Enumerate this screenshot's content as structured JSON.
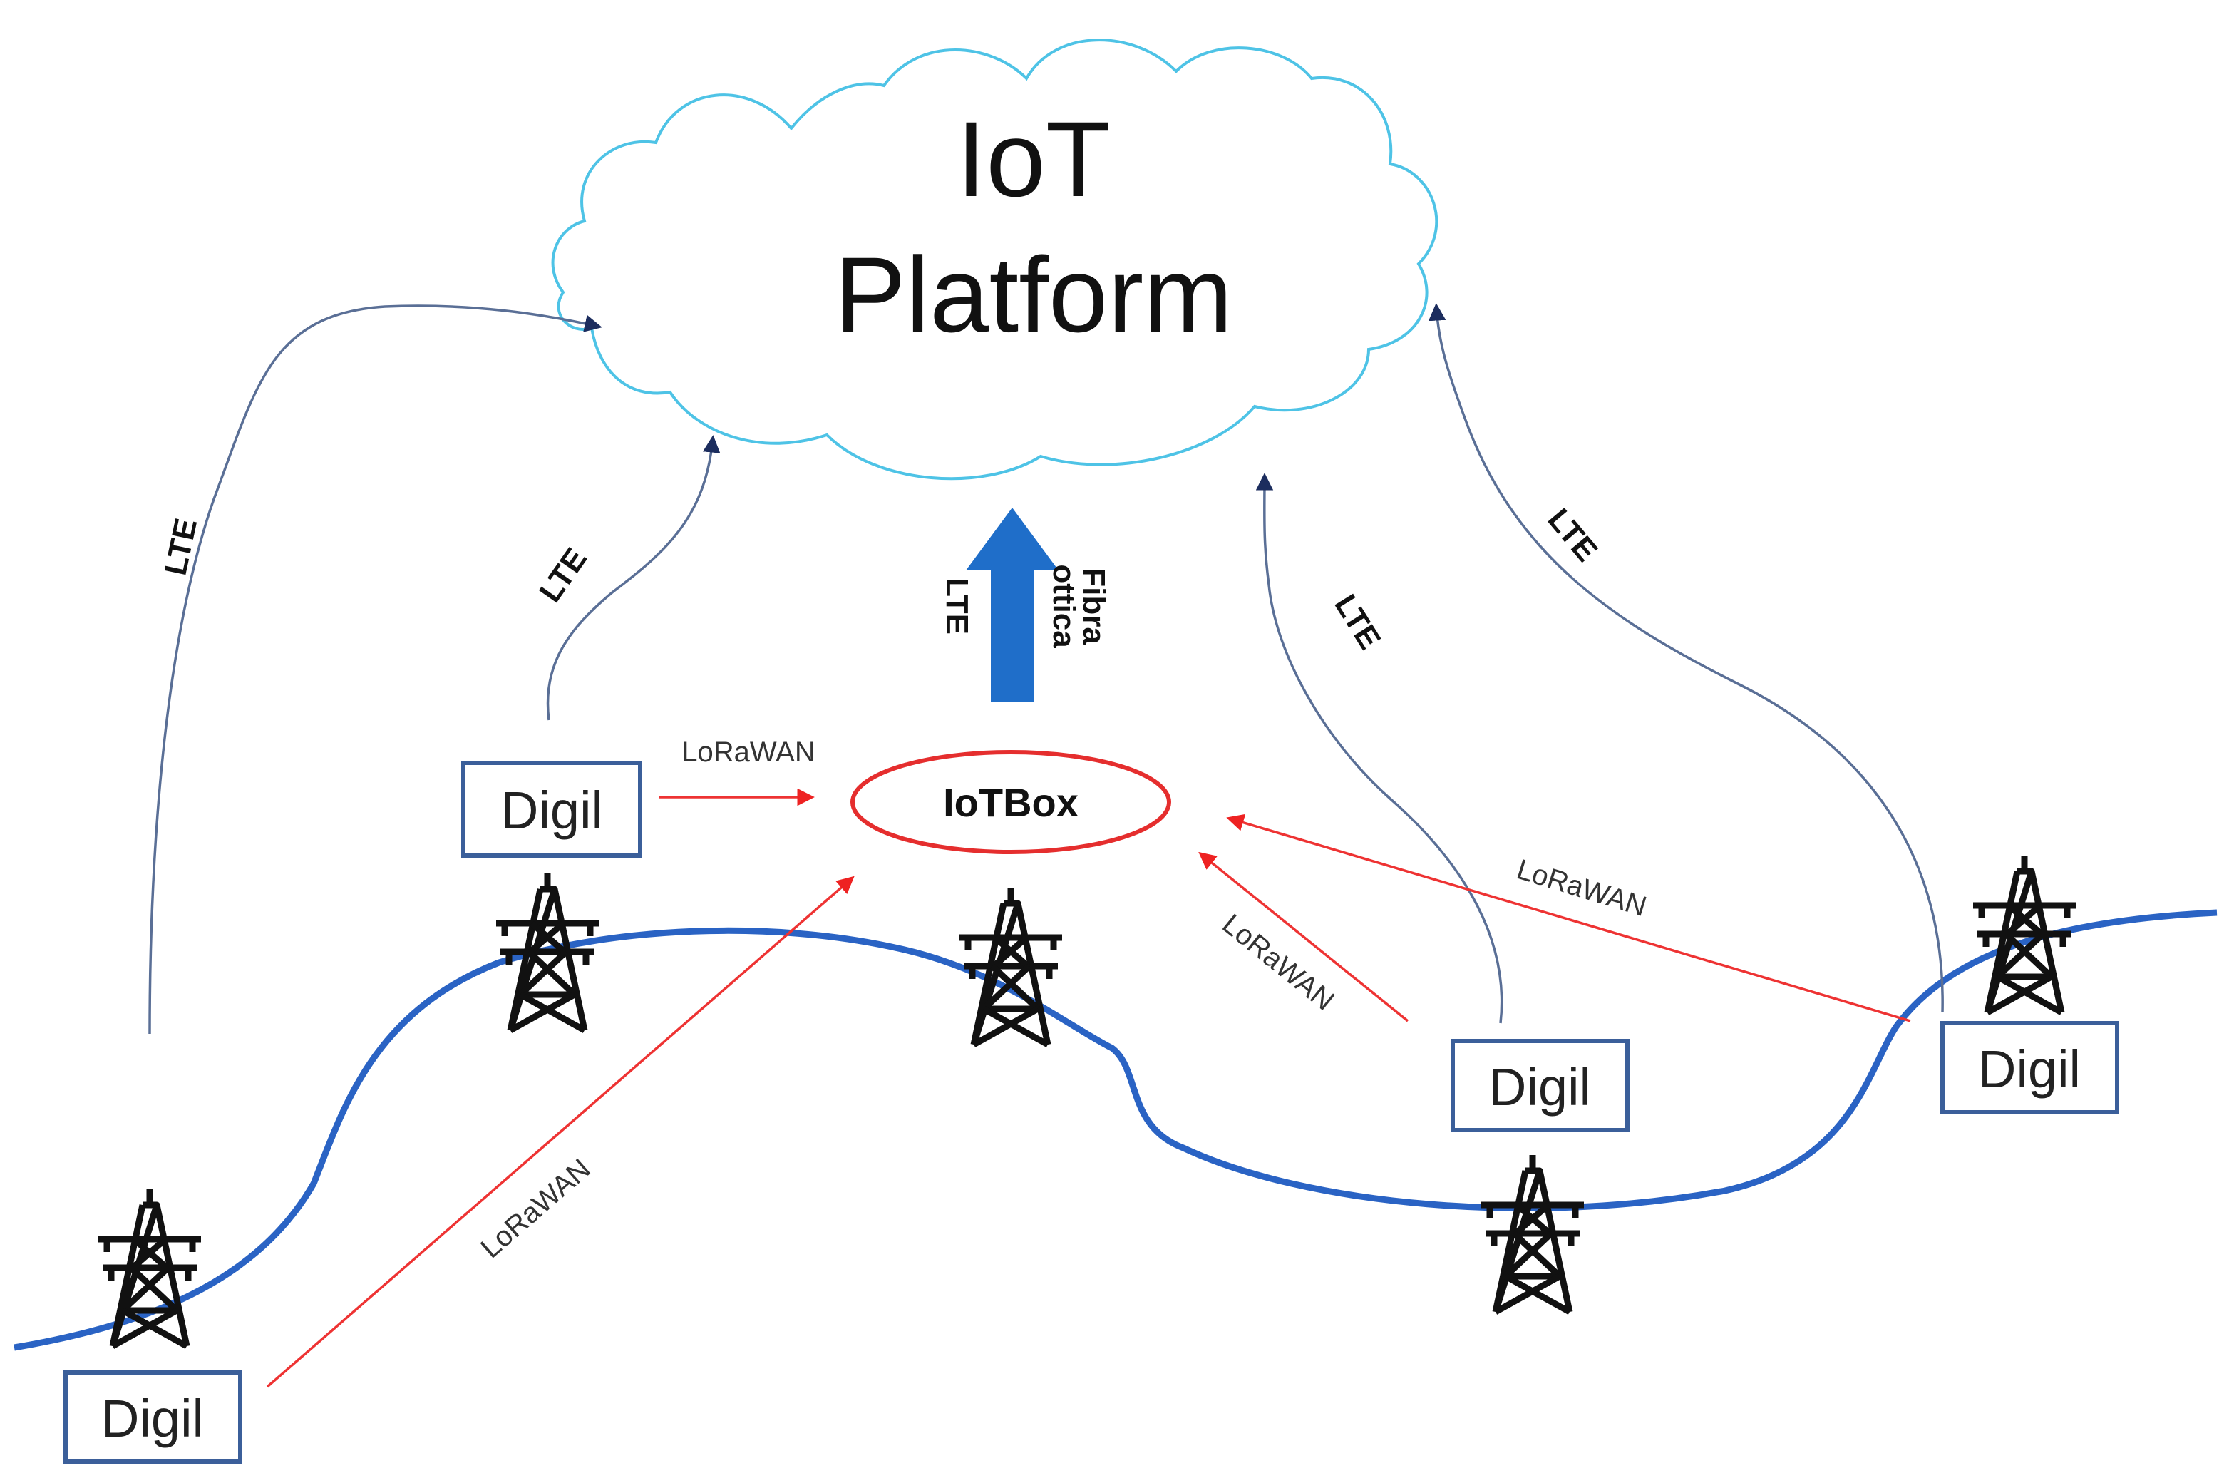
{
  "cloud": {
    "title_line1": "IoT",
    "title_line2": "Platform"
  },
  "hub": {
    "label": "IoTBox"
  },
  "backbone": {
    "label_lte": "LTE",
    "label_fiber_line1": "Fibra",
    "label_fiber_line2": "ottica"
  },
  "nodes": [
    {
      "label": "Digil"
    },
    {
      "label": "Digil"
    },
    {
      "label": "Digil"
    },
    {
      "label": "Digil"
    }
  ],
  "lte_links": [
    {
      "label": "LTE"
    },
    {
      "label": "LTE"
    },
    {
      "label": "LTE"
    },
    {
      "label": "LTE"
    }
  ],
  "lora_links": [
    {
      "label": "LoRaWAN"
    },
    {
      "label": "LoRaWAN"
    },
    {
      "label": "LoRaWAN"
    },
    {
      "label": "LoRaWAN"
    }
  ],
  "colors": {
    "cloud_outline": "#4ec3e6",
    "hub_outline": "#e52e2e",
    "lora_link": "#ee3333",
    "lte_link": "#5a6f96",
    "backbone_arrow": "#1f6ec9",
    "terrain_line": "#2a63c4",
    "node_border": "#3b5f9a"
  },
  "icons": [
    "cloud-icon",
    "transmission-tower-icon",
    "arrow-up-icon"
  ]
}
